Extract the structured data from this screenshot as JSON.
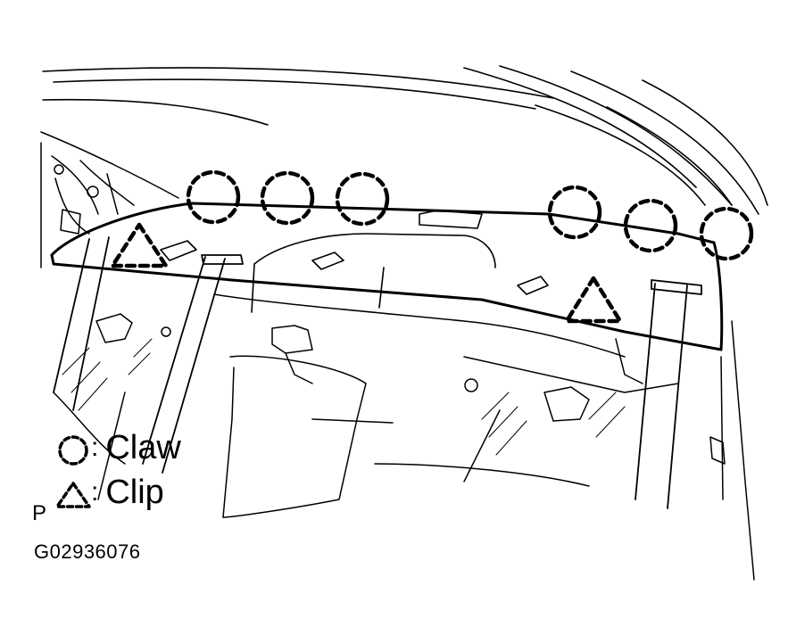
{
  "legend": {
    "claw_label": "Claw",
    "clip_label": "Clip",
    "separator": ":"
  },
  "corner_mark": "P",
  "figure_id": "G02936076",
  "colors": {
    "line": "#000000",
    "background": "#ffffff"
  }
}
